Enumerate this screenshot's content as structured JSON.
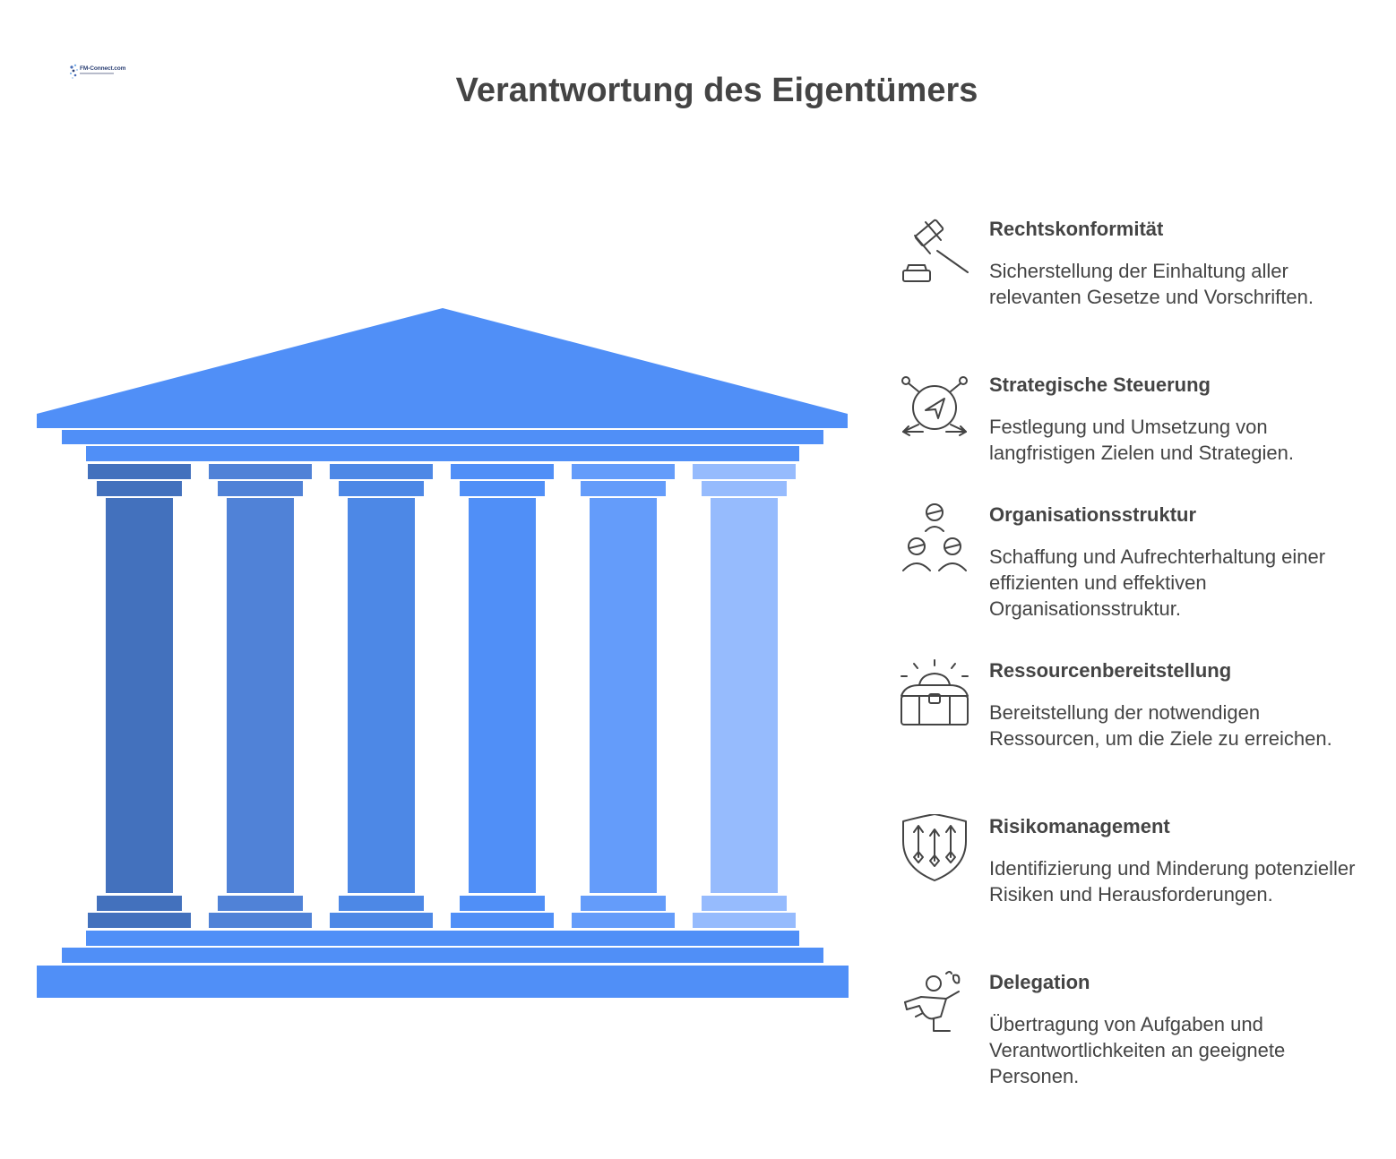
{
  "logo": {
    "text": "FM-Connect.com",
    "icon": "logo-mark"
  },
  "title": "Verantwortung des Eigentümers",
  "colors": {
    "roof": "#508FF7",
    "base": "#508FF7",
    "pillars": [
      "#4371BD",
      "#5082D7",
      "#4D88E6",
      "#508FF7",
      "#649CFA",
      "#96BBFD"
    ],
    "icon_stroke": "#444444",
    "text": "#444444"
  },
  "items": [
    {
      "title": "Rechtskonformität",
      "description": "Sicherstellung der Einhaltung aller relevanten Gesetze und Vorschriften.",
      "icon": "gavel-icon"
    },
    {
      "title": "Strategische Steuerung",
      "description": "Festlegung und Umsetzung von langfristigen Zielen und Strategien.",
      "icon": "compass-navigation-icon"
    },
    {
      "title": "Organisationsstruktur",
      "description": "Schaffung und Aufrechterhaltung einer effizienten und effektiven Organisationsstruktur.",
      "icon": "organization-people-icon"
    },
    {
      "title": "Ressourcenbereitstellung",
      "description": "Bereitstellung der notwendigen Ressourcen, um die Ziele zu erreichen.",
      "icon": "treasure-chest-icon"
    },
    {
      "title": "Risikomanagement",
      "description": "Identifizierung und Minderung potenzieller Risiken und Herausforderungen.",
      "icon": "shield-arrows-icon"
    },
    {
      "title": "Delegation",
      "description": "Übertragung von Aufgaben und Verantwortlichkeiten an geeignete Personen.",
      "icon": "delegating-person-icon"
    }
  ]
}
